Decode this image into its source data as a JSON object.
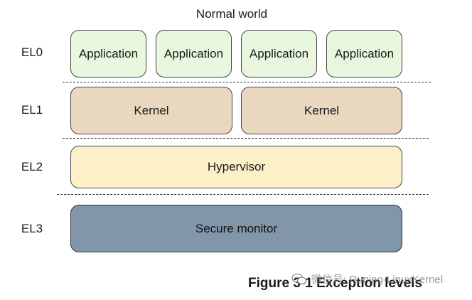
{
  "diagram": {
    "world_title": "Normal world",
    "levels": {
      "el0": "EL0",
      "el1": "EL1",
      "el2": "EL2",
      "el3": "EL3"
    },
    "applications": [
      "Application",
      "Application",
      "Application",
      "Application"
    ],
    "kernels": [
      "Kernel",
      "Kernel"
    ],
    "hypervisor": "Hypervisor",
    "secure_monitor": "Secure monitor",
    "caption": "Figure 3-1 Exception levels"
  },
  "watermark": {
    "text": "微信号: Runing-LinuxKernel",
    "icon": "wechat-icon"
  },
  "colors": {
    "application": "#e9f7de",
    "kernel": "#ead7c0",
    "hypervisor": "#fdf0c9",
    "secure_monitor": "#8296aa"
  }
}
